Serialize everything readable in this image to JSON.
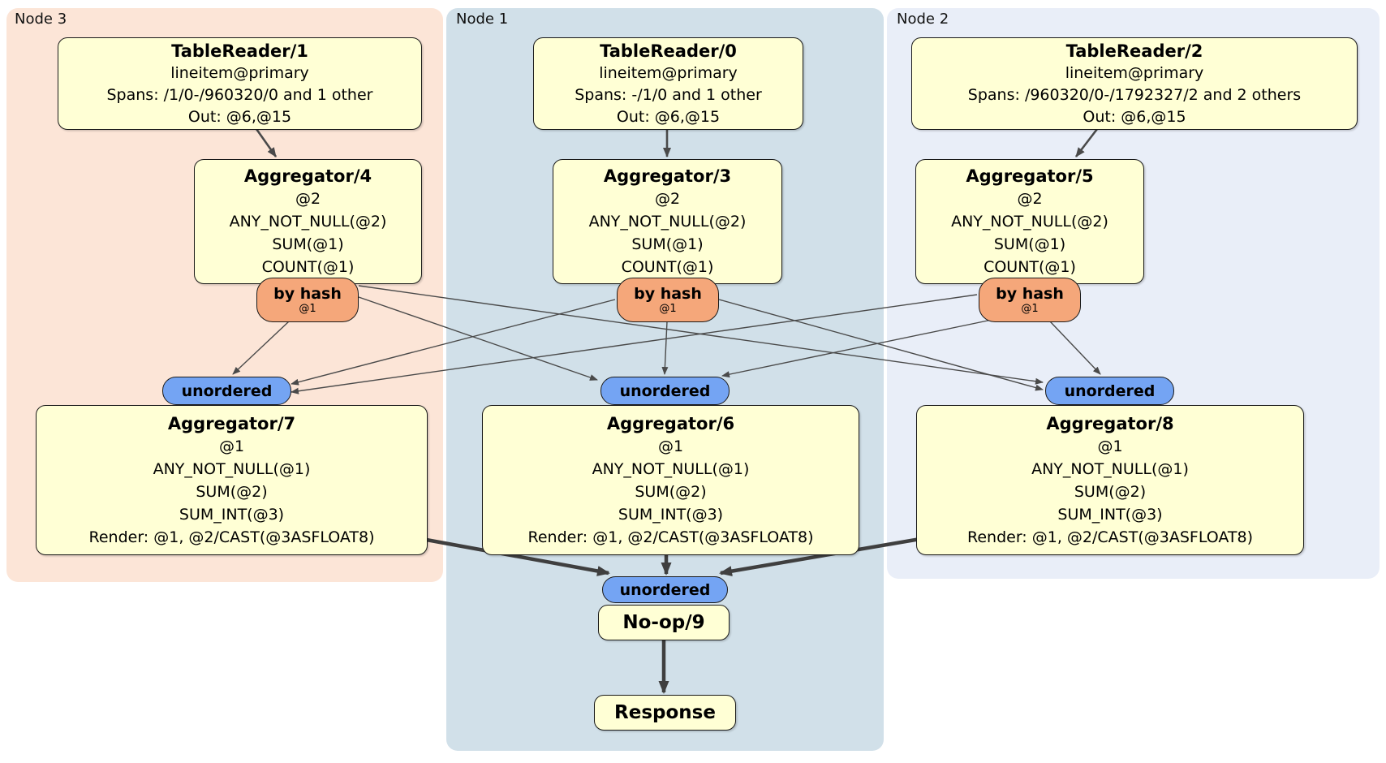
{
  "regions": [
    {
      "label": "Node 3"
    },
    {
      "label": "Node 1"
    },
    {
      "label": "Node 2"
    }
  ],
  "nodes": {
    "tr1": {
      "title": "TableReader/1",
      "lines": [
        "lineitem@primary",
        "Spans: /1/0-/960320/0 and 1 other",
        "Out: @6,@15"
      ]
    },
    "tr0": {
      "title": "TableReader/0",
      "lines": [
        "lineitem@primary",
        "Spans: -/1/0 and 1 other",
        "Out: @6,@15"
      ]
    },
    "tr2": {
      "title": "TableReader/2",
      "lines": [
        "lineitem@primary",
        "Spans: /960320/0-/1792327/2 and 2 others",
        "Out: @6,@15"
      ]
    },
    "agg4": {
      "title": "Aggregator/4",
      "lines": [
        "@2",
        "ANY_NOT_NULL(@2)",
        "SUM(@1)",
        "COUNT(@1)"
      ]
    },
    "agg3": {
      "title": "Aggregator/3",
      "lines": [
        "@2",
        "ANY_NOT_NULL(@2)",
        "SUM(@1)",
        "COUNT(@1)"
      ]
    },
    "agg5": {
      "title": "Aggregator/5",
      "lines": [
        "@2",
        "ANY_NOT_NULL(@2)",
        "SUM(@1)",
        "COUNT(@1)"
      ]
    },
    "agg7": {
      "title": "Aggregator/7",
      "lines": [
        "@1",
        "ANY_NOT_NULL(@1)",
        "SUM(@2)",
        "SUM_INT(@3)",
        "Render: @1, @2/CAST(@3ASFLOAT8)"
      ]
    },
    "agg6": {
      "title": "Aggregator/6",
      "lines": [
        "@1",
        "ANY_NOT_NULL(@1)",
        "SUM(@2)",
        "SUM_INT(@3)",
        "Render: @1, @2/CAST(@3ASFLOAT8)"
      ]
    },
    "agg8": {
      "title": "Aggregator/8",
      "lines": [
        "@1",
        "ANY_NOT_NULL(@1)",
        "SUM(@2)",
        "SUM_INT(@3)",
        "Render: @1, @2/CAST(@3ASFLOAT8)"
      ]
    },
    "noop": {
      "title": "No-op/9"
    },
    "response": {
      "title": "Response"
    }
  },
  "routers": {
    "by_hash": {
      "label": "by hash",
      "sub": "@1"
    },
    "unordered": {
      "label": "unordered"
    }
  },
  "colors": {
    "node3_bg": "#fce5d7",
    "node1_bg": "#d1e0e9",
    "node2_bg": "#e9eef8",
    "box_bg": "#ffffd5",
    "box_border": "#1a1a1a",
    "hash_router_bg": "#f5a77a",
    "unordered_bg": "#74a4f3",
    "edge": "#4a4a4a"
  }
}
